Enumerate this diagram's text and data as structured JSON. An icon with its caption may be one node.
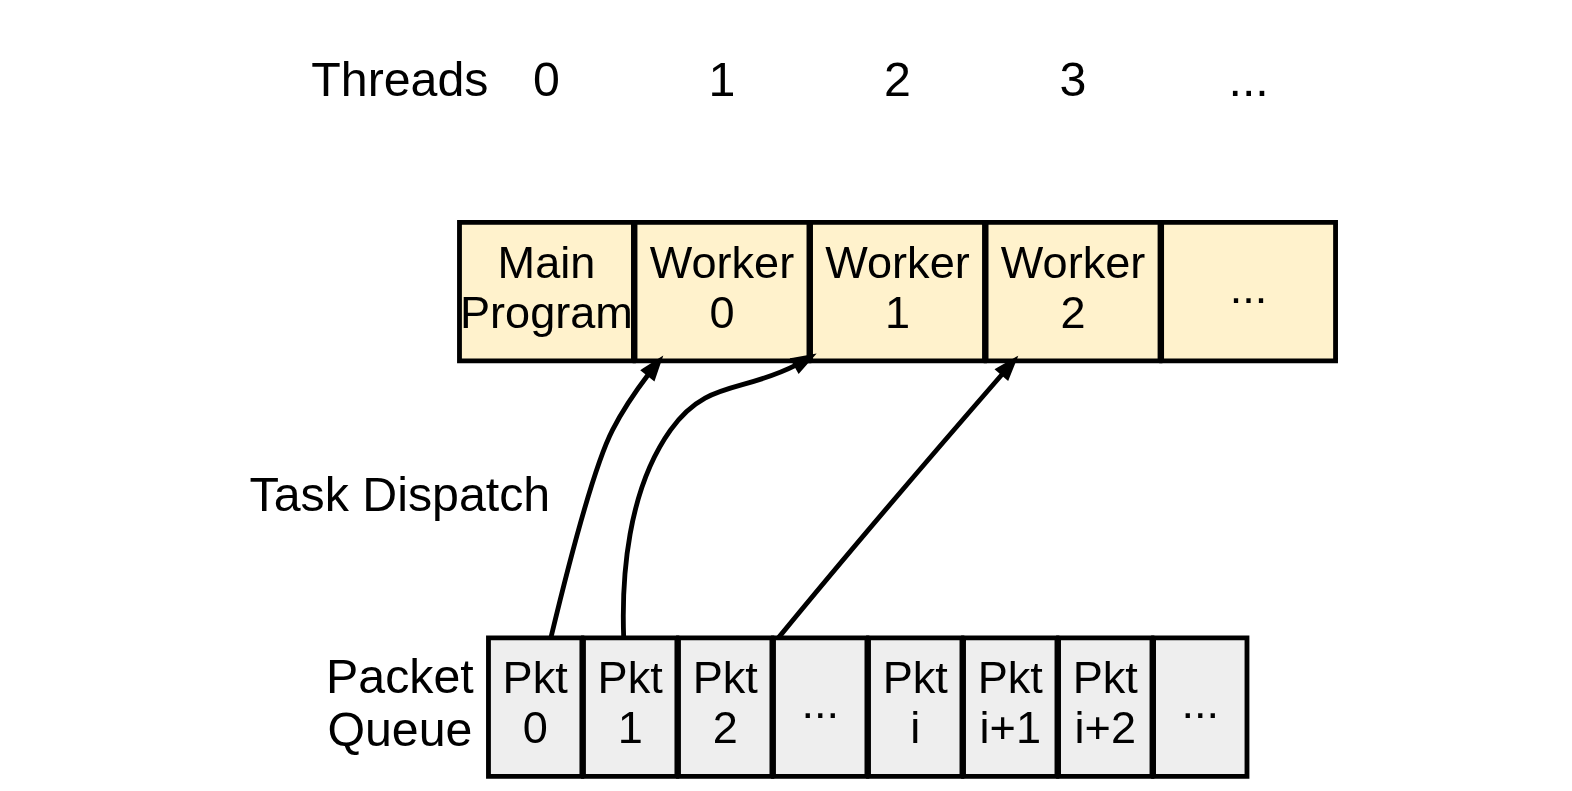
{
  "diagram": {
    "nodes": [
      {
        "text": [
          "Main Program"
        ]
      },
      {
        "text": [
          "Worker 0"
        ]
      },
      {
        "text": [
          "Worker 1"
        ]
      },
      {
        "text": [
          "Worker 2"
        ]
      },
      {
        "text": [
          "..."
        ]
      },
      {
        "text": [
          "Pkt 0"
        ]
      },
      {
        "text": [
          "Pkt 1"
        ]
      },
      {
        "text": [
          "Pkt 2"
        ]
      },
      {
        "text": [
          "..."
        ]
      },
      {
        "text": [
          "Pkt i"
        ]
      },
      {
        "text": [
          "Pkt i+1"
        ]
      },
      {
        "text": [
          "Pkt i+2"
        ]
      },
      {
        "text": [
          "..."
        ]
      }
    ],
    "edges": [
      {
        "from": 5,
        "to": 1,
        "arrow": "to"
      },
      {
        "from": 6,
        "to": 2,
        "arrow": "to"
      },
      {
        "from": 7,
        "to": 3,
        "arrow": "to"
      }
    ],
    "labels": [
      "Threads",
      "0",
      "1",
      "2",
      "3",
      "...",
      "Task Dispatch",
      "Packet Queue"
    ]
  }
}
